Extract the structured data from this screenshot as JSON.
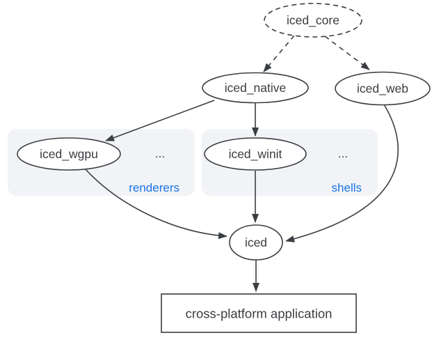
{
  "nodes": {
    "iced_core": "iced_core",
    "iced_native": "iced_native",
    "iced_web": "iced_web",
    "iced_wgpu": "iced_wgpu",
    "iced_winit": "iced_winit",
    "iced": "iced",
    "app": "cross-platform application"
  },
  "groups": {
    "renderers": {
      "label": "renderers",
      "more": "..."
    },
    "shells": {
      "label": "shells",
      "more": "..."
    }
  },
  "edges": [
    {
      "from": "iced_core",
      "to": "iced_native",
      "style": "dashed"
    },
    {
      "from": "iced_core",
      "to": "iced_web",
      "style": "dashed"
    },
    {
      "from": "iced_native",
      "to": "iced_wgpu",
      "style": "solid"
    },
    {
      "from": "iced_native",
      "to": "iced_winit",
      "style": "solid"
    },
    {
      "from": "iced_wgpu",
      "to": "iced",
      "style": "solid"
    },
    {
      "from": "iced_winit",
      "to": "iced",
      "style": "solid"
    },
    {
      "from": "iced_web",
      "to": "iced",
      "style": "solid"
    },
    {
      "from": "iced",
      "to": "cross-platform application",
      "style": "solid"
    }
  ],
  "colors": {
    "background": "#ffffff",
    "group_background": "#f1f3f6",
    "group_label_blue": "#1a73e8",
    "line": "#3a3d41"
  }
}
